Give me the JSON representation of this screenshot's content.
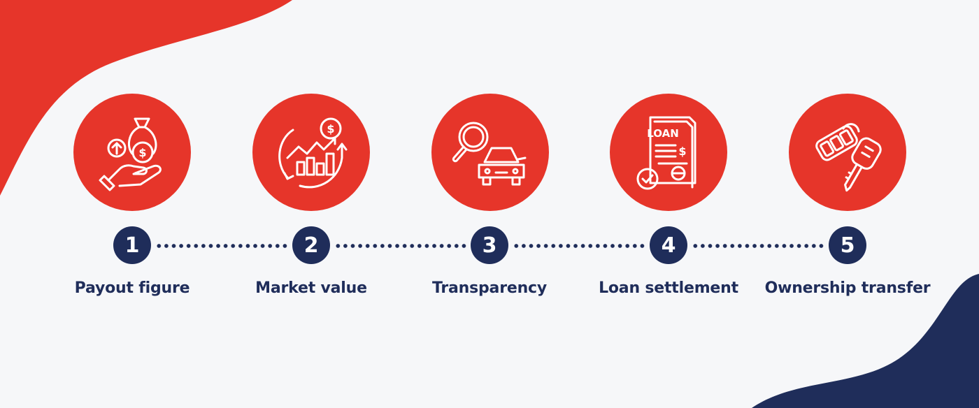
{
  "colors": {
    "accent": "#e6352a",
    "navy": "#1f2d5a",
    "background": "#f6f7f9",
    "icon_stroke": "#ffffff"
  },
  "steps": [
    {
      "number": "1",
      "label": "Payout figure",
      "icon": "money-bag-hand-icon"
    },
    {
      "number": "2",
      "label": "Market value",
      "icon": "market-growth-chart-icon"
    },
    {
      "number": "3",
      "label": "Transparency",
      "icon": "car-inspection-magnifier-icon"
    },
    {
      "number": "4",
      "label": "Loan settlement",
      "icon": "loan-document-icon"
    },
    {
      "number": "5",
      "label": "Ownership transfer",
      "icon": "car-keys-icon"
    }
  ]
}
